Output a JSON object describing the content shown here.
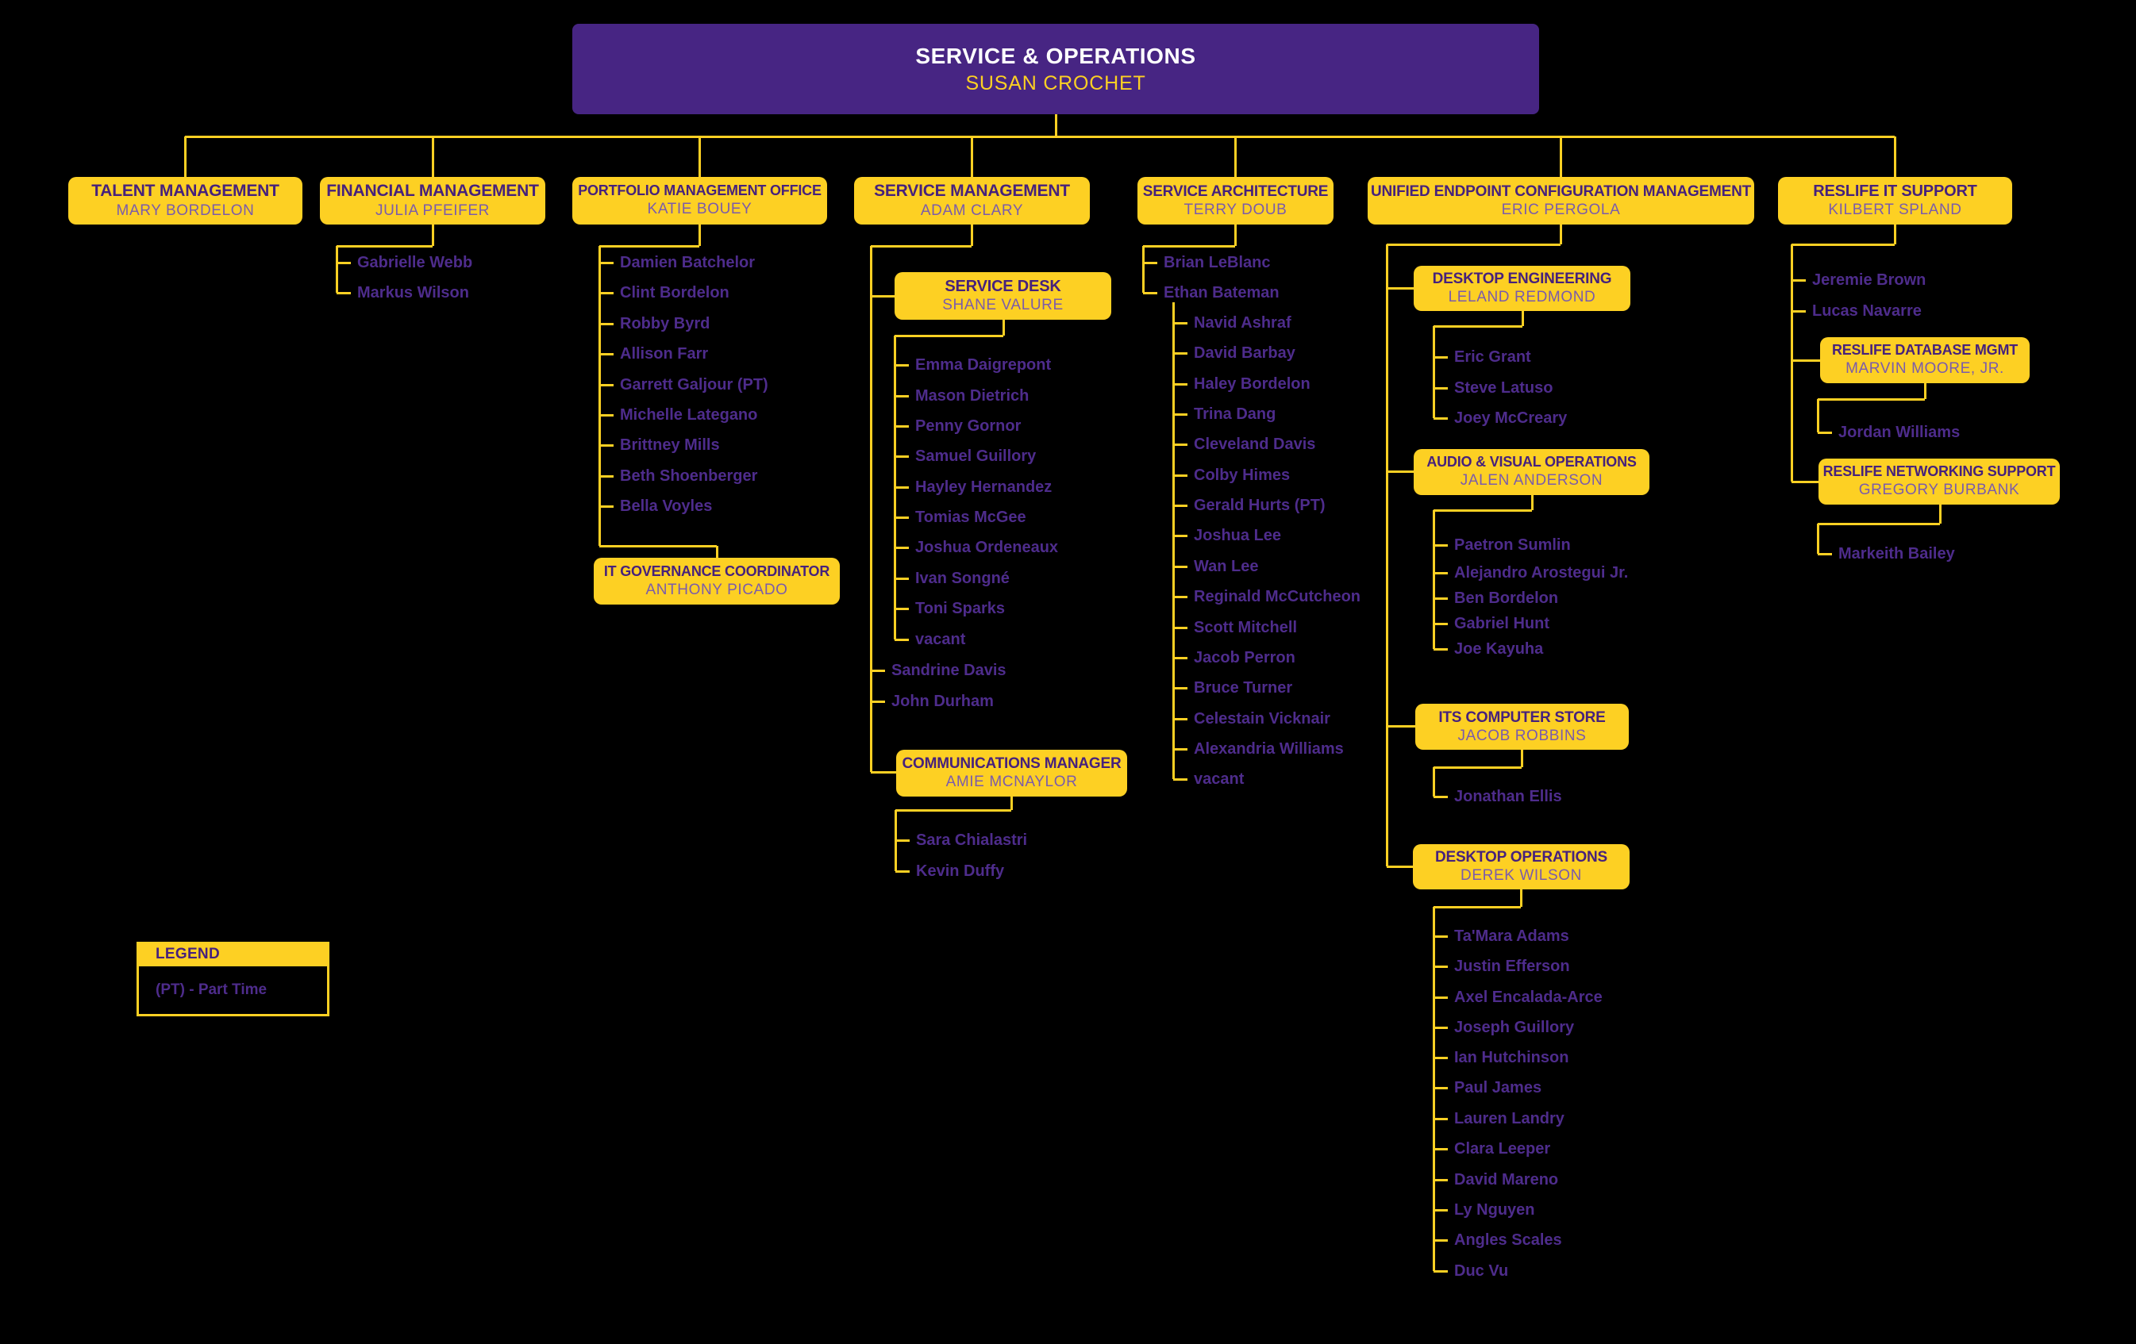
{
  "root": {
    "title": "SERVICE & OPERATIONS",
    "name": "SUSAN CROCHET"
  },
  "sections": [
    {
      "title": "TALENT MANAGEMENT",
      "name": "MARY BORDELON",
      "children": []
    },
    {
      "title": "FINANCIAL MANAGEMENT",
      "name": "JULIA PFEIFER",
      "children": [
        {
          "person": "Gabrielle Webb"
        },
        {
          "person": "Markus Wilson"
        }
      ]
    },
    {
      "title": "PORTFOLIO MANAGEMENT OFFICE",
      "name": "KATIE BOUEY",
      "children": [
        {
          "person": "Damien Batchelor"
        },
        {
          "person": "Clint Bordelon"
        },
        {
          "person": "Robby Byrd"
        },
        {
          "person": "Allison Farr"
        },
        {
          "person": "Garrett Galjour (PT)"
        },
        {
          "person": "Michelle Lategano"
        },
        {
          "person": "Brittney Mills"
        },
        {
          "person": "Beth Shoenberger"
        },
        {
          "person": "Bella Voyles"
        },
        {
          "unit": {
            "title": "IT GOVERNANCE COORDINATOR",
            "name": "ANTHONY PICADO",
            "people": []
          }
        }
      ]
    },
    {
      "title": "SERVICE MANAGEMENT",
      "name": "ADAM CLARY",
      "children": [
        {
          "unit": {
            "title": "SERVICE DESK",
            "name": "SHANE VALURE",
            "people": [
              "Emma Daigrepont",
              "Mason Dietrich",
              "Penny Gornor",
              "Samuel Guillory",
              "Hayley Hernandez",
              "Tomias McGee",
              "Joshua Ordeneaux",
              "Ivan Songné",
              "Toni Sparks",
              "vacant"
            ]
          }
        },
        {
          "person": "Sandrine Davis"
        },
        {
          "person": "John Durham"
        },
        {
          "unit": {
            "title": "COMMUNICATIONS MANAGER",
            "name": "AMIE MCNAYLOR",
            "people": [
              "Sara Chialastri",
              "Kevin Duffy"
            ]
          }
        }
      ]
    },
    {
      "title": "SERVICE ARCHITECTURE",
      "name": "TERRY DOUB",
      "children": [
        {
          "person": "Brian LeBlanc"
        },
        {
          "person": "Ethan Bateman",
          "reports": [
            "Navid Ashraf",
            "David Barbay",
            "Haley Bordelon",
            "Trina Dang",
            "Cleveland Davis",
            "Colby Himes",
            "Gerald Hurts (PT)",
            "Joshua Lee",
            "Wan Lee",
            "Reginald McCutcheon",
            "Scott Mitchell",
            "Jacob Perron",
            "Bruce Turner",
            "Celestain Vicknair",
            "Alexandria Williams",
            "vacant"
          ]
        }
      ]
    },
    {
      "title": "UNIFIED ENDPOINT CONFIGURATION MANAGEMENT",
      "name": "ERIC PERGOLA",
      "children": [
        {
          "unit": {
            "title": "DESKTOP ENGINEERING",
            "name": "LELAND REDMOND",
            "people": [
              "Eric Grant",
              "Steve Latuso",
              "Joey McCreary"
            ]
          }
        },
        {
          "unit": {
            "title": "AUDIO & VISUAL OPERATIONS",
            "name": "JALEN ANDERSON",
            "people": [
              "Paetron Sumlin",
              "Alejandro Arostegui Jr.",
              "Ben Bordelon",
              "Gabriel Hunt",
              "Joe Kayuha"
            ]
          }
        },
        {
          "unit": {
            "title": "ITS COMPUTER STORE",
            "name": "JACOB ROBBINS",
            "people": [
              "Jonathan Ellis"
            ]
          }
        },
        {
          "unit": {
            "title": "DESKTOP OPERATIONS",
            "name": "DEREK WILSON",
            "people": [
              "Ta'Mara Adams",
              "Justin Efferson",
              "Axel Encalada-Arce",
              "Joseph Guillory",
              "Ian Hutchinson",
              "Paul James",
              "Lauren Landry",
              "Clara Leeper",
              "David Mareno",
              "Ly Nguyen",
              "Angles Scales",
              "Duc Vu"
            ]
          }
        }
      ]
    },
    {
      "title": "RESLIFE IT SUPPORT",
      "name": "KILBERT SPLAND",
      "children": [
        {
          "person": "Jeremie Brown"
        },
        {
          "person": "Lucas Navarre"
        },
        {
          "unit": {
            "title": "RESLIFE DATABASE MGMT",
            "name": "MARVIN MOORE, JR.",
            "people": [
              "Jordan Williams"
            ]
          }
        },
        {
          "unit": {
            "title": "RESLIFE NETWORKING SUPPORT",
            "name": "GREGORY BURBANK",
            "people": [
              "Markeith Bailey"
            ]
          }
        }
      ]
    }
  ],
  "legend": {
    "title": "LEGEND",
    "entries": [
      "(PT) - Part Time"
    ]
  },
  "colors": {
    "background": "#000000",
    "gold": "#FDD023",
    "purple": "#472583",
    "purple_dark": "#46217C",
    "purple_mid": "#7A5BAC",
    "purple_name": "#4E2C8C"
  }
}
